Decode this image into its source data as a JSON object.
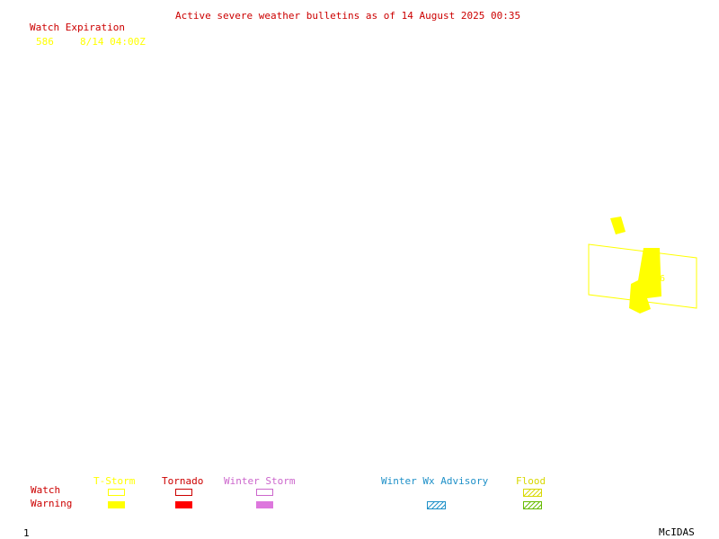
{
  "bulletin": {
    "header": "Active severe weather bulletins as of 14 August 2025 00:35",
    "expiration_title": "Watch Expiration",
    "watches": [
      {
        "number": "586",
        "expires": "8/14 04:00Z"
      }
    ]
  },
  "map_label": "6",
  "legend": {
    "row_labels": {
      "watch": "Watch",
      "warning": "Warning"
    },
    "categories": [
      {
        "name": "T-Storm",
        "color": "#ffff00",
        "watch_style": "outline",
        "warning_style": "filled"
      },
      {
        "name": "Tornado",
        "color": "#ff0000",
        "watch_style": "outline",
        "warning_style": "filled"
      },
      {
        "name": "Winter Storm",
        "color": "#cc66cc",
        "watch_style": "outline",
        "warning_style": "filled"
      },
      {
        "name": "Winter Wx Advisory",
        "color": "#1e90c8",
        "warning_style": "hatched"
      },
      {
        "name": "Flood",
        "color": "#d8d800",
        "watch_style": "hatched",
        "warning_style": "hatched"
      }
    ]
  },
  "footer": {
    "frame_number": "1",
    "software": "McIDAS"
  }
}
